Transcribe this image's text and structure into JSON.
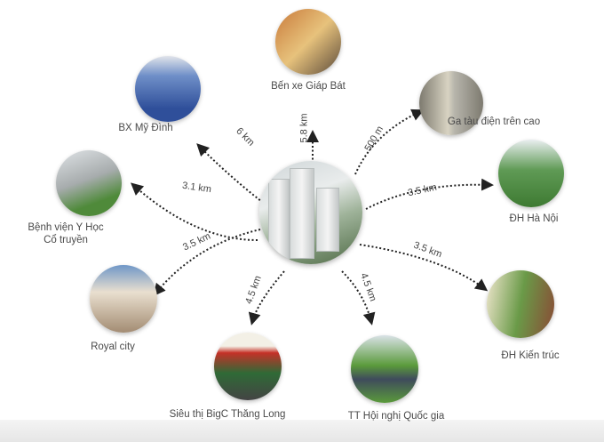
{
  "center": {
    "name": "project-building"
  },
  "destinations": [
    {
      "id": "ben-xe-giap-bat",
      "label": "Bến xe Giáp Bát",
      "distance": "5.8 km",
      "photo": [
        "#c97a3a",
        "#e7c27c",
        "#5b4a3a"
      ]
    },
    {
      "id": "bx-my-dinh",
      "label": "BX Mỹ Đình",
      "distance": "6 km",
      "photo": [
        "#2f4f9a",
        "#6f8fc8",
        "#e1e4ea"
      ]
    },
    {
      "id": "ga-tau-dien",
      "label": "Ga tàu điện trên cao",
      "distance": "500 m",
      "photo": [
        "#b7b5ac",
        "#7d7a6f",
        "#d8d3c2"
      ]
    },
    {
      "id": "benh-vien-y-hoc",
      "label_lines": [
        "Bệnh viện Y Học",
        "Cổ truyền"
      ],
      "distance": "3.1 km",
      "photo": [
        "#dfe3e6",
        "#a7acad",
        "#4f8a3a"
      ]
    },
    {
      "id": "dh-ha-noi",
      "label": "ĐH Hà Nội",
      "distance": "3.5 km",
      "photo": [
        "#e9eef0",
        "#5f9a55",
        "#3e7a32"
      ]
    },
    {
      "id": "royal-city",
      "label": "Royal city",
      "distance": "3.5 km",
      "photo": [
        "#6f97c7",
        "#e9dfcf",
        "#a38c73"
      ]
    },
    {
      "id": "bigc-thang-long",
      "label": "Siêu thị BigC Thăng Long",
      "distance": "4.5 km",
      "photo": [
        "#f3f0e6",
        "#c53128",
        "#2f6a36"
      ]
    },
    {
      "id": "tt-hoi-nghi",
      "label": "TT Hội nghị Quốc gia",
      "distance": "4.5 km",
      "photo": [
        "#d9e2e7",
        "#3f4b5c",
        "#5a9a3b"
      ]
    },
    {
      "id": "dh-kien-truc",
      "label": "ĐH Kiến trúc",
      "distance": "3.5 km",
      "photo": [
        "#f1e7cf",
        "#6a9a48",
        "#8a4a35"
      ]
    }
  ],
  "colors": {
    "arrow": "#222222",
    "text": "#4a4a4a"
  }
}
